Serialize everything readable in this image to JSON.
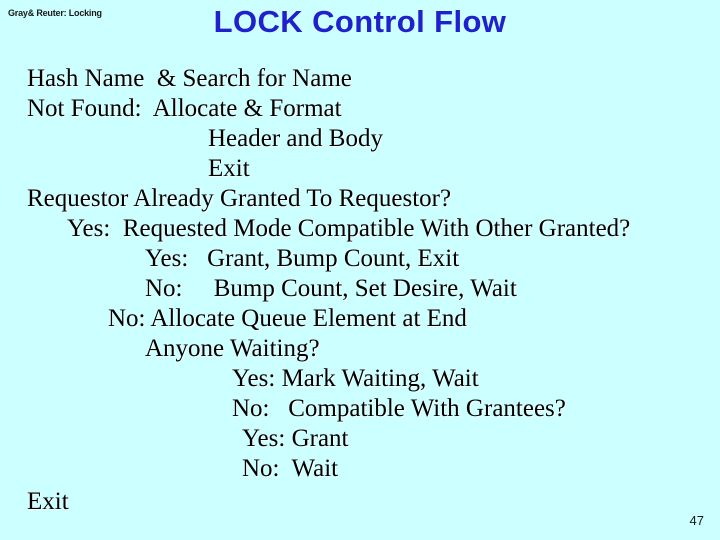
{
  "slide": {
    "background_color": "#CCFFFF",
    "running_title": "Gray& Reuter: Locking",
    "title": "LOCK Control Flow",
    "title_color": "#2020CC",
    "body_color": "#000000",
    "slide_number": "47",
    "lines": [
      {
        "text": "Hash Name  & Search for Name",
        "indent": 0
      },
      {
        "text": "Not Found:  Allocate & Format",
        "indent": 0
      },
      {
        "text": "Header and Body",
        "indent": 6
      },
      {
        "text": "Exit",
        "indent": 6
      },
      {
        "text": "Requestor Already Granted To Requestor?",
        "indent": 0
      },
      {
        "text": "Yes:  Requested Mode Compatible With Other Granted?",
        "indent": 1
      },
      {
        "text": "Yes:   Grant, Bump Count, Exit",
        "indent": 4
      },
      {
        "text": "No:     Bump Count, Set Desire, Wait",
        "indent": 4
      },
      {
        "text": "No: Allocate Queue Element at End",
        "indent": 2
      },
      {
        "text": "Anyone Waiting?",
        "indent": 4
      },
      {
        "text": "Yes: Mark Waiting, Wait",
        "indent": 7
      },
      {
        "text": "No:   Compatible With Grantees?",
        "indent": 7
      },
      {
        "text": "Yes: Grant",
        "indent": 8
      },
      {
        "text": "No:  Wait",
        "indent": 8
      }
    ],
    "final_line": "Exit"
  }
}
